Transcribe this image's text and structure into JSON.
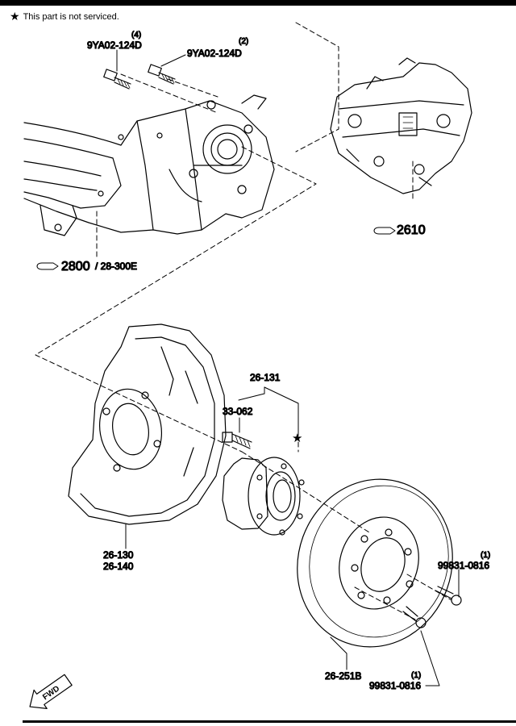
{
  "note": {
    "symbol": "★",
    "text": "This part is not serviced."
  },
  "callouts": {
    "bolt_a": {
      "code": "9YA02-124D",
      "qty": "(4)"
    },
    "bolt_b": {
      "code": "9YA02-124D",
      "qty": "(2)"
    },
    "caliper_ref": "2610",
    "knuckle_ref_main": "2800",
    "knuckle_ref_sub": "/ 28-300E",
    "hub_assembly": "26-131",
    "hub_bolt": "33-062",
    "hub_star": "★",
    "dust_shield_1": "26-130",
    "dust_shield_2": "26-140",
    "disc": "26-251B",
    "screw_a": {
      "code": "99831-0816",
      "qty": "(1)"
    },
    "screw_b": {
      "code": "99831-0816",
      "qty": "(1)"
    },
    "fwd": "FWD"
  },
  "colors": {
    "ink": "#000000",
    "paper": "#ffffff"
  }
}
